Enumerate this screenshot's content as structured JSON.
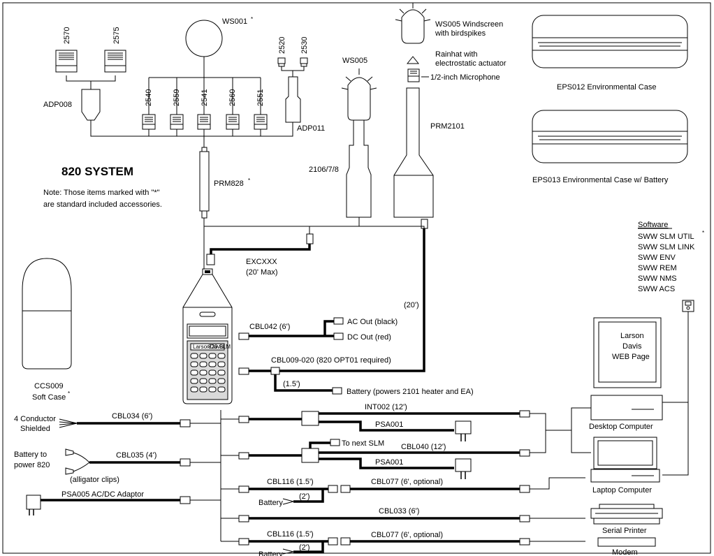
{
  "title": "820 SYSTEM",
  "note": {
    "line1": "Note:  Those items marked with \"*\"",
    "line2": "are standard included accessories."
  },
  "star": "*",
  "components": {
    "mic_2570": "2570",
    "mic_2575": "2575",
    "adp008": "ADP008",
    "ws001": "WS001",
    "mic_2520": "2520",
    "mic_2530": "2530",
    "adp011": "ADP011",
    "mic_2540": "2540",
    "mic_2559": "2559",
    "mic_2541": "2541",
    "mic_2560": "2560",
    "mic_2551": "2551",
    "prm828": "PRM828",
    "ws005": "WS005",
    "preamp_2106": "2106/7/8",
    "ws005_windscreen_1": "WS005 Windscreen",
    "ws005_windscreen_2": "with birdspikes",
    "rainhat_1": "Rainhat with",
    "rainhat_2": "electrostatic actuator",
    "microphone": "1/2-inch Microphone",
    "prm2101": "PRM2101",
    "eps012": "EPS012 Environmental Case",
    "eps013": "EPS013 Environmental Case w/ Battery",
    "excxxx": "EXCXXX",
    "excxxx_max": "(20' Max)",
    "twenty_ft": "(20')",
    "ccs009_1": "CCS009",
    "ccs009_2": "Soft Case",
    "slm_model": "820 SLM",
    "slm_brand": "LarsonDavis",
    "cbl042": "CBL042 (6')",
    "ac_out": "AC Out (black)",
    "dc_out": "DC Out (red)",
    "cbl009": "CBL009-020 (820 OPT01 required)",
    "one_five_ft": "(1.5')",
    "battery_2101": "Battery  (powers 2101 heater and EA)",
    "four_conductor_1": "4 Conductor",
    "four_conductor_2": "Shielded",
    "cbl034": "CBL034 (6')",
    "battery_power_1": "Battery to",
    "battery_power_2": "power 820",
    "alligator": "(alligator clips)",
    "cbl035": "CBL035 (4')",
    "psa005": "PSA005 AC/DC Adaptor",
    "int002": "INT002 (12')",
    "psa001_a": "PSA001",
    "to_next_slm": "To next SLM",
    "cbl040": "CBL040 (12')",
    "psa001_b": "PSA001",
    "cbl116_a": "CBL116 (1.5')",
    "cbl077_a": "CBL077  (6', optional)",
    "battery_a": "Battery",
    "two_ft_a": "(2')",
    "cbl033": "CBL033 (6')",
    "cbl116_b": "CBL116 (1.5')",
    "cbl077_b": "CBL077  (6', optional)",
    "battery_b": "Battery",
    "two_ft_b": "(2')",
    "web_1": "Larson",
    "web_2": "Davis",
    "web_3": "WEB Page",
    "desktop": "Desktop Computer",
    "laptop": "Laptop Computer",
    "printer": "Serial Printer",
    "modem": "Modem"
  },
  "software": {
    "heading": "Software",
    "items": [
      "SWW SLM UTIL",
      "SWW SLM LINK",
      "SWW ENV",
      "SWW REM",
      "SWW NMS",
      "SWW ACS"
    ]
  }
}
